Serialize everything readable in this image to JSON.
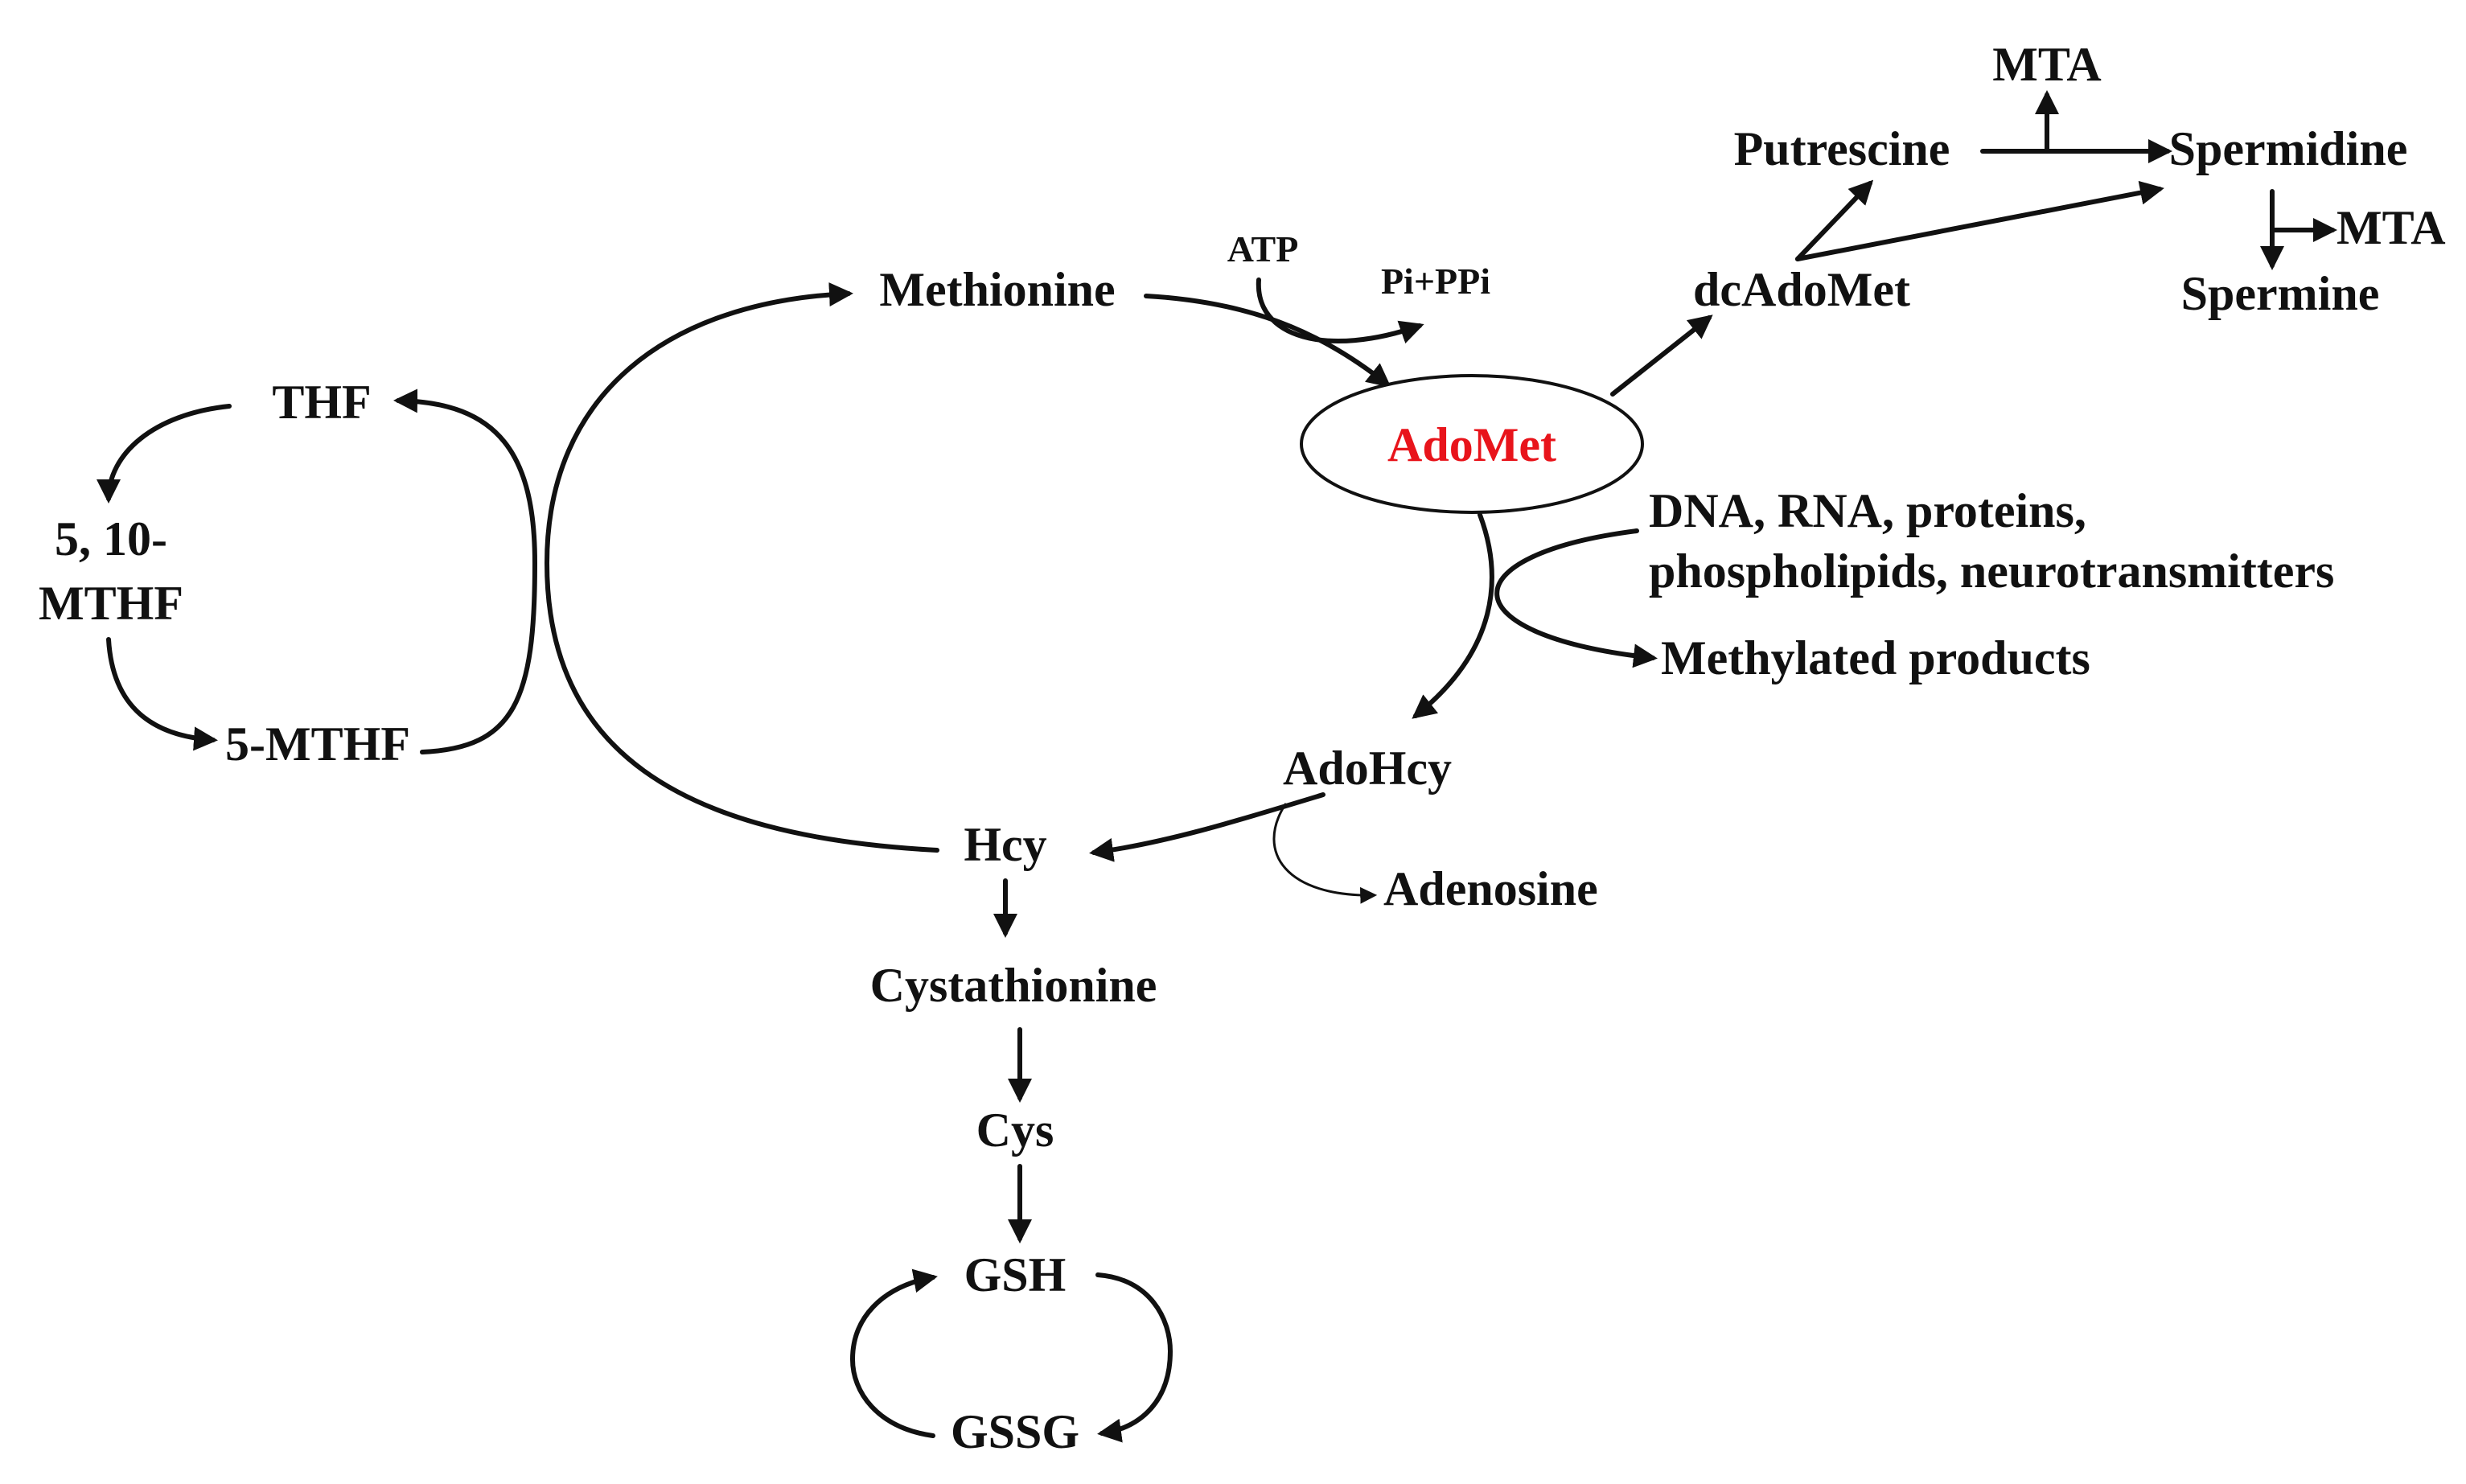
{
  "nodes": {
    "methionine": "Methionine",
    "atp": "ATP",
    "pi_ppi": "Pi+PPi",
    "adomet": "AdoMet",
    "dcadomet": "dcAdoMet",
    "putrescine": "Putrescine",
    "spermidine": "Spermidine",
    "mta_top": "MTA",
    "mta_right": "MTA",
    "spermine": "Spermine",
    "methyl_acceptors_line1": "DNA, RNA, proteins,",
    "methyl_acceptors_line2": "phospholipids, neurotransmitters",
    "methylated_products": "Methylated products",
    "adohcy": "AdoHcy",
    "adenosine": "Adenosine",
    "hcy": "Hcy",
    "cystathionine": "Cystathionine",
    "cys": "Cys",
    "gsh": "GSH",
    "gssg": "GSSG",
    "thf": "THF",
    "mthf_510_line1": "5, 10-",
    "mthf_510_line2": "MTHF",
    "mthf5": "5-MTHF"
  },
  "colors": {
    "highlight": "#e8141b",
    "ink": "#111111"
  }
}
